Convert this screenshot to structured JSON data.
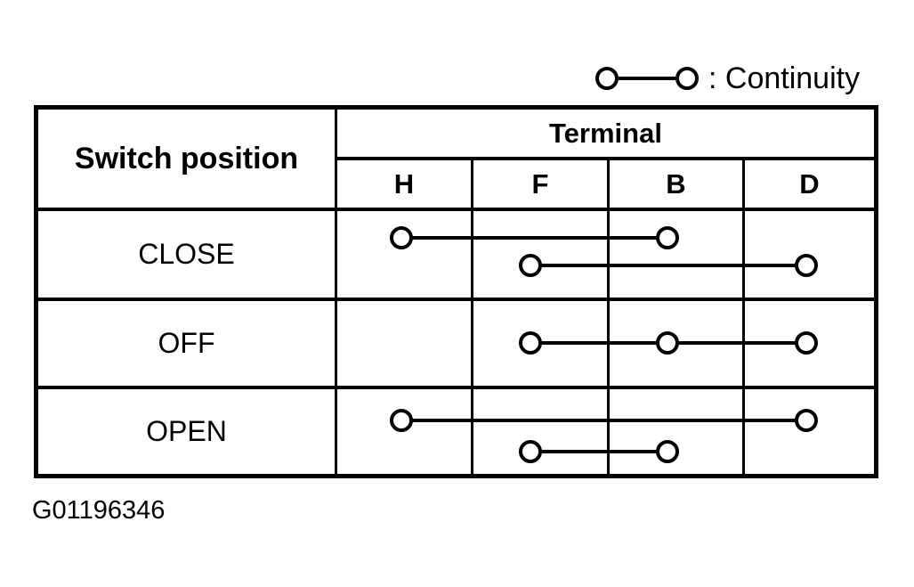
{
  "legend": {
    "label": ": Continuity",
    "symbol": "two circles joined by a line"
  },
  "table": {
    "switch_position_header": "Switch position",
    "terminal_header": "Terminal",
    "terminals": [
      "H",
      "F",
      "B",
      "D"
    ],
    "rows": [
      {
        "position": "CLOSE",
        "connections": [
          [
            "H",
            "B"
          ],
          [
            "F",
            "D"
          ]
        ]
      },
      {
        "position": "OFF",
        "connections": [
          [
            "F",
            "B",
            "D"
          ]
        ]
      },
      {
        "position": "OPEN",
        "connections": [
          [
            "H",
            "D"
          ],
          [
            "F",
            "B"
          ]
        ]
      }
    ]
  },
  "footer": {
    "figure_id": "G01196346"
  },
  "colors": {
    "ink": "#000000",
    "background": "#ffffff"
  }
}
